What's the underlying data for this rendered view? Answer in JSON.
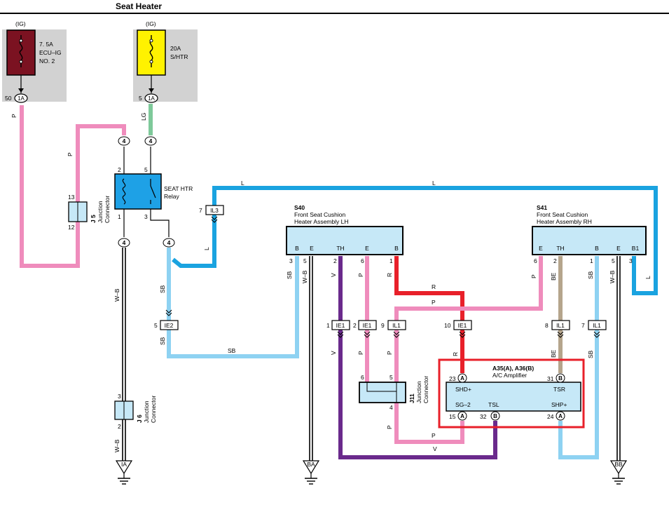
{
  "title": "Seat Heater",
  "colors": {
    "pink": "#ef8cbc",
    "green": "#7ec99a",
    "black": "#111111",
    "blue": "#1aa3e0",
    "lightblue": "#8ed2f2",
    "red": "#e8202a",
    "purple": "#6a2a8c",
    "tan": "#b5a58c",
    "fuse_dark": "#7b1221",
    "fuse_yellow": "#fff200",
    "relay_blue": "#1ea1e6",
    "component_fill": "#c6e8f7",
    "fuse_bg": "#d2d2d2"
  },
  "fuses": [
    {
      "supply": "(IG)",
      "rating": "7. 5A",
      "name1": "ECU–IG",
      "name2": "NO. 2",
      "pin": "50",
      "conn": "1A"
    },
    {
      "supply": "(IG)",
      "rating": "20A",
      "name1": "S/HTR",
      "name2": "",
      "pin": "5",
      "conn": "1A"
    }
  ],
  "relay": {
    "name1": "SEAT HTR",
    "name2": "Relay",
    "pins": [
      "2",
      "5",
      "1",
      "3"
    ]
  },
  "connector_4": "4",
  "junctions": {
    "j5": {
      "id": "J 5",
      "label1": "Junction",
      "label2": "Connector",
      "pin_top": "13",
      "pin_bottom": "12"
    },
    "j6": {
      "id": "J 6",
      "label1": "Junction",
      "label2": "Connector",
      "pin_top": "3",
      "pin_bottom": "2"
    },
    "j11": {
      "id": "J11",
      "label1": "Junction",
      "label2": "Connector",
      "pin_tl": "6",
      "pin_tr": "5",
      "pin_b": "4"
    }
  },
  "connectors": {
    "il3": {
      "pin": "7",
      "name": "IL3"
    },
    "ie2": {
      "pin": "5",
      "name": "IE2"
    },
    "row": [
      {
        "pin": "1",
        "name": "IE1"
      },
      {
        "pin": "2",
        "name": "IE1"
      },
      {
        "pin": "9",
        "name": "IL1"
      },
      {
        "pin": "10",
        "name": "IE1"
      },
      {
        "pin": "8",
        "name": "IL1"
      },
      {
        "pin": "7",
        "name": "IL1"
      }
    ]
  },
  "s40": {
    "code": "S40",
    "name1": "Front Seat Cushion",
    "name2": "Heater Assembly LH",
    "terms": [
      "B",
      "E",
      "TH",
      "E",
      "B"
    ],
    "pins": [
      "3",
      "5",
      "2",
      "6",
      "1"
    ]
  },
  "s41": {
    "code": "S41",
    "name1": "Front Seat Cushion",
    "name2": "Heater Assembly RH",
    "terms": [
      "E",
      "TH",
      "B",
      "E",
      "B1"
    ],
    "pins": [
      "6",
      "2",
      "1",
      "5",
      "3"
    ]
  },
  "amplifier": {
    "code": "A35(A), A36(B)",
    "name": "A/C Amplifier",
    "terms": [
      "SHD+",
      "TSR",
      "SG–2",
      "TSL",
      "SHP+"
    ],
    "pins": [
      {
        "num": "23",
        "conn": "A"
      },
      {
        "num": "31",
        "conn": "B"
      },
      {
        "num": "15",
        "conn": "A"
      },
      {
        "num": "32",
        "conn": "B"
      },
      {
        "num": "24",
        "conn": "A"
      }
    ]
  },
  "grounds": [
    "IA",
    "BA",
    "BB"
  ],
  "wire_colors": {
    "P": "P",
    "LG": "LG",
    "WB": "W–B",
    "L": "L",
    "SB": "SB",
    "V": "V",
    "R": "R",
    "BE": "BE"
  }
}
